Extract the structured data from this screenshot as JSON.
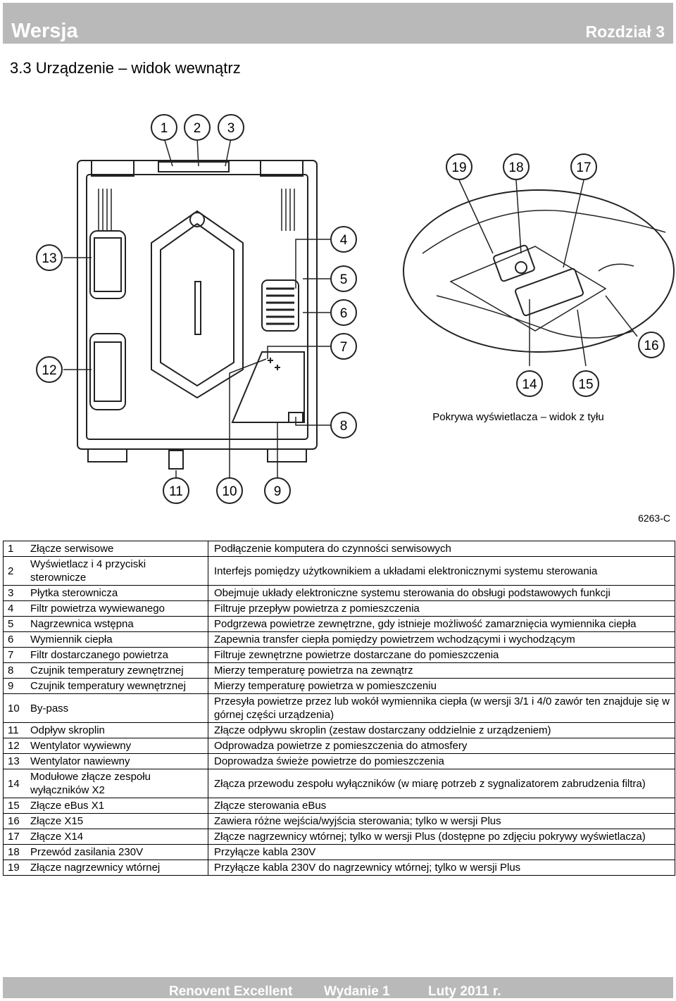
{
  "header": {
    "left": "Wersja",
    "right": "Rozdział 3"
  },
  "section_title": "3.3 Urządzenie – widok wewnątrz",
  "figure": {
    "callouts_main": [
      "1",
      "2",
      "3",
      "4",
      "5",
      "6",
      "7",
      "8",
      "9",
      "10",
      "11",
      "12",
      "13"
    ],
    "callouts_detail": [
      "19",
      "18",
      "17",
      "16",
      "14",
      "15"
    ],
    "detail_caption": "Pokrywa wyświetlacza – widok z tyłu",
    "code": "6263-C"
  },
  "legend": [
    {
      "num": "1",
      "name": "Złącze serwisowe",
      "desc": "Podłączenie komputera do czynności serwisowych"
    },
    {
      "num": "2",
      "name": "Wyświetlacz i 4 przyciski sterownicze",
      "desc": "Interfejs pomiędzy użytkownikiem a układami elektronicznymi systemu sterowania"
    },
    {
      "num": "3",
      "name": "Płytka sterownicza",
      "desc": "Obejmuje układy elektroniczne systemu sterowania do obsługi podstawowych funkcji"
    },
    {
      "num": "4",
      "name": "Filtr powietrza wywiewanego",
      "desc": "Filtruje przepływ powietrza z pomieszczenia"
    },
    {
      "num": "5",
      "name": "Nagrzewnica wstępna",
      "desc": "Podgrzewa powietrze zewnętrzne, gdy istnieje możliwość zamarznięcia wymiennika ciepła"
    },
    {
      "num": "6",
      "name": "Wymiennik ciepła",
      "desc": "Zapewnia transfer ciepła pomiędzy powietrzem wchodzącymi i wychodzącym"
    },
    {
      "num": "7",
      "name": "Filtr dostarczanego powietrza",
      "desc": "Filtruje zewnętrzne powietrze dostarczane do pomieszczenia"
    },
    {
      "num": "8",
      "name": "Czujnik temperatury zewnętrznej",
      "desc": "Mierzy temperaturę powietrza na zewnątrz"
    },
    {
      "num": "9",
      "name": "Czujnik temperatury wewnętrznej",
      "desc": "Mierzy temperaturę powietrza w pomieszczeniu"
    },
    {
      "num": "10",
      "name": "By-pass",
      "desc": "Przesyła powietrze przez lub wokół wymiennika ciepła (w wersji 3/1 i 4/0 zawór ten znajduje się w górnej części urządzenia)"
    },
    {
      "num": "11",
      "name": "Odpływ skroplin",
      "desc": "Złącze odpływu skroplin (zestaw dostarczany oddzielnie z urządzeniem)"
    },
    {
      "num": "12",
      "name": "Wentylator wywiewny",
      "desc": "Odprowadza powietrze z pomieszczenia do atmosfery"
    },
    {
      "num": "13",
      "name": "Wentylator nawiewny",
      "desc": "Doprowadza świeże powietrze do pomieszczenia"
    },
    {
      "num": "14",
      "name": "Modułowe złącze zespołu wyłączników X2",
      "desc": "Złącza przewodu zespołu wyłączników (w miarę potrzeb z sygnalizatorem zabrudzenia filtra)"
    },
    {
      "num": "15",
      "name": "Złącze eBus X1",
      "desc": "Złącze sterowania eBus"
    },
    {
      "num": "16",
      "name": "Złącze X15",
      "desc": "Zawiera różne wejścia/wyjścia sterowania; tylko w wersji Plus"
    },
    {
      "num": "17",
      "name": "Złącze X14",
      "desc": "Złącze nagrzewnicy wtórnej; tylko w wersji Plus (dostępne po zdjęciu pokrywy wyświetlacza)"
    },
    {
      "num": "18",
      "name": "Przewód zasilania 230V",
      "desc": "Przyłącze kabla 230V"
    },
    {
      "num": "19",
      "name": "Złącze nagrzewnicy wtórnej",
      "desc": "Przyłącze kabla 230V do nagrzewnicy wtórnej; tylko w wersji Plus"
    }
  ],
  "footer": {
    "product": "Renovent Excellent",
    "edition": "Wydanie 1",
    "date": "Luty 2011 r."
  }
}
